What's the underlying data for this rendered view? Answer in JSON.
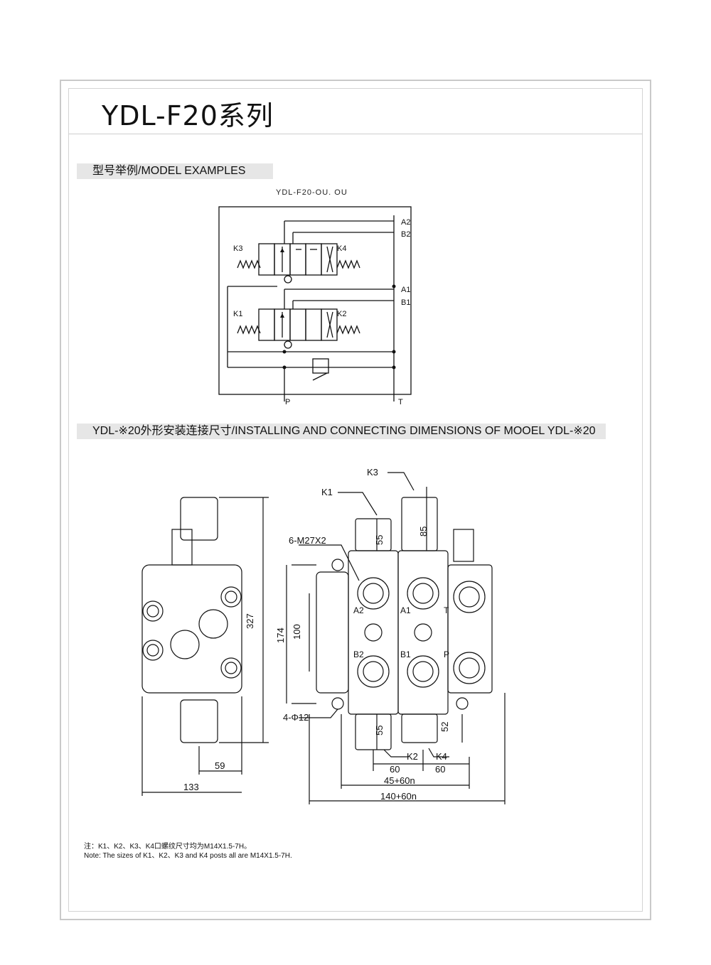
{
  "page": {
    "title": "YDL-F20系列"
  },
  "sections": {
    "model_examples": "型号举例/MODEL EXAMPLES",
    "dimensions": "YDL-※20外形安装连接尺寸/INSTALLING AND CONNECTING DIMENSIONS OF MOOEL YDL-※20"
  },
  "schematic": {
    "model_code": "YDL-F20-OU. OU",
    "ports": {
      "a2": "A2",
      "b2": "B2",
      "a1": "A1",
      "b1": "B1",
      "p": "P",
      "t": "T"
    },
    "pilots": {
      "k1": "K1",
      "k2": "K2",
      "k3": "K3",
      "k4": "K4"
    }
  },
  "drawing": {
    "labels": {
      "k1": "K1",
      "k2": "K2",
      "k3": "K3",
      "k4": "K4",
      "a1": "A1",
      "a2": "A2",
      "b1": "B1",
      "b2": "B2",
      "t": "T",
      "p": "P",
      "threads": "6-M27X2",
      "holes": "4-Φ12"
    },
    "dims": {
      "d327": "327",
      "d59": "59",
      "d133": "133",
      "d174": "174",
      "d100": "100",
      "d55_top": "55",
      "d85": "85",
      "d55_bottom": "55",
      "d52": "52",
      "d60_left": "60",
      "d60_right": "60",
      "d45_60n": "45+60n",
      "d140_60n": "140+60n"
    }
  },
  "notes": {
    "zh": "注：K1、K2、K3、K4口螺纹尺寸均为M14X1.5-7H。",
    "en": "Note: The sizes of K1、K2、K3 and K4 posts all are M14X1.5-7H."
  }
}
